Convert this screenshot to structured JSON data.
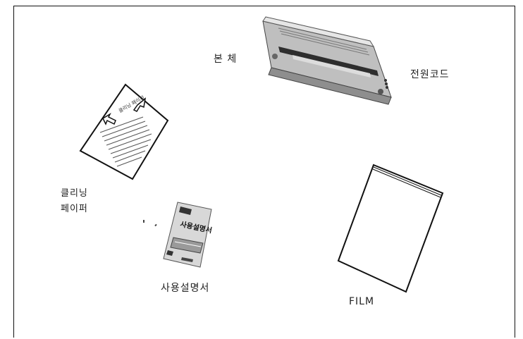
{
  "labels": {
    "main_unit": "본 체",
    "power_cord": "전원코드",
    "cleaning_paper_line1": "클리닝",
    "cleaning_paper_line2": "페이퍼",
    "manual": "사용설명서",
    "film": "FILM"
  },
  "illustrations": {
    "cleaning_sheet_title": "클리닝 페이퍼",
    "manual_cover_title": "사용설명서"
  }
}
